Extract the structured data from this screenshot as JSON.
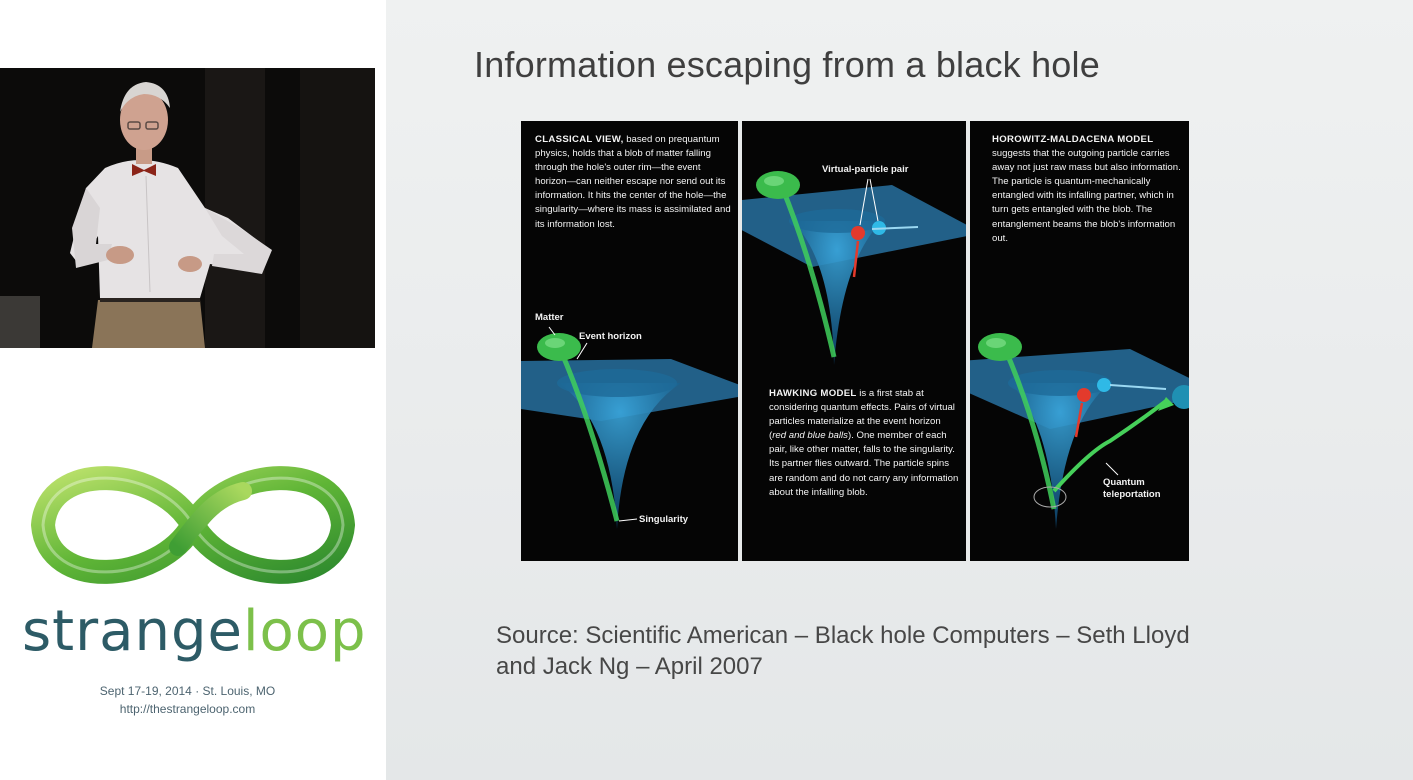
{
  "slide": {
    "title": "Information escaping from a black hole",
    "source": "Source: Scientific American – Black hole Computers – Seth Lloyd and Jack Ng – April 2007"
  },
  "figure": {
    "panel1": {
      "heading": "CLASSICAL VIEW,",
      "text": "based on prequantum physics, holds that a blob of matter falling through the hole's outer rim—the event horizon—can neither escape nor send out its information. It hits the center of the hole—the singularity—where its mass is assimilated and its information lost.",
      "label_matter": "Matter",
      "label_event_horizon": "Event horizon",
      "label_singularity": "Singularity"
    },
    "panel2": {
      "label_virtual_pair": "Virtual-particle pair",
      "heading": "HAWKING MODEL",
      "text_before": "is a first stab at considering quantum effects. Pairs of virtual particles materialize at the event horizon (",
      "text_italic": "red and blue balls",
      "text_after": "). One member of each pair, like other matter, falls to the singularity. Its partner flies outward. The particle spins are random and do not carry any information about the infalling blob."
    },
    "panel3": {
      "heading": "HOROWITZ-MALDACENA MODEL",
      "text": "suggests that the outgoing particle carries away not just raw mass but also information. The particle is quantum-mechanically entangled with its infalling partner, which in turn gets entangled with the blob. The entanglement beams the blob's information out.",
      "label_teleportation_1": "Quantum",
      "label_teleportation_2": "teleportation"
    }
  },
  "sidebar": {
    "logo_alt": "infinity loop logo",
    "brand_part1": "strange",
    "brand_part2": "loop",
    "event_date": "Sept 17-19, 2014  ·  St. Louis, MO",
    "event_url": "http://thestrangeloop.com"
  },
  "colors": {
    "brand_teal": "#2d5b66",
    "brand_green": "#7cc04a",
    "slide_background": "#eceeef",
    "horizon_blue": "#2e8fc4"
  }
}
